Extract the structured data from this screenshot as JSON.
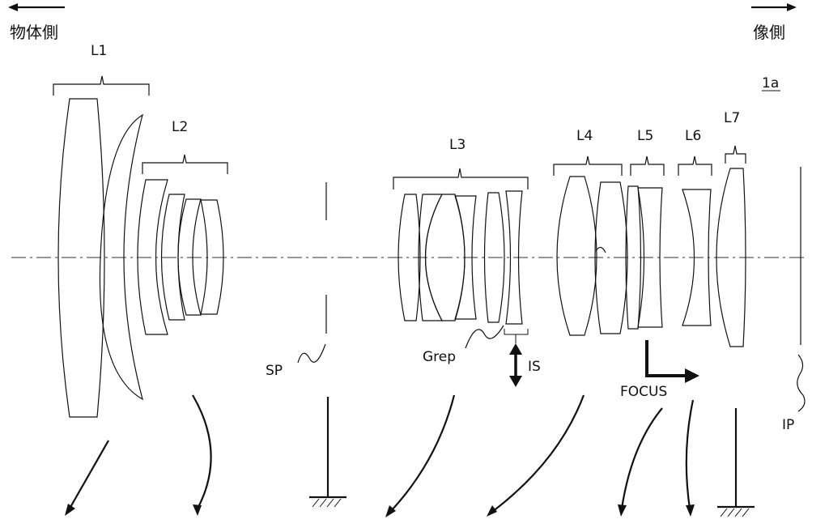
{
  "labels": {
    "object_side": "物体側",
    "image_side": "像側",
    "figure_id": "1a",
    "L1": "L1",
    "L2": "L2",
    "L3": "L3",
    "L4": "L4",
    "L5": "L5",
    "L6": "L6",
    "L7": "L7",
    "SP": "SP",
    "Grep": "Grep",
    "IS": "IS",
    "FOCUS": "FOCUS",
    "IP": "IP"
  },
  "colors": {
    "ink": "#111111",
    "background": "#ffffff"
  }
}
